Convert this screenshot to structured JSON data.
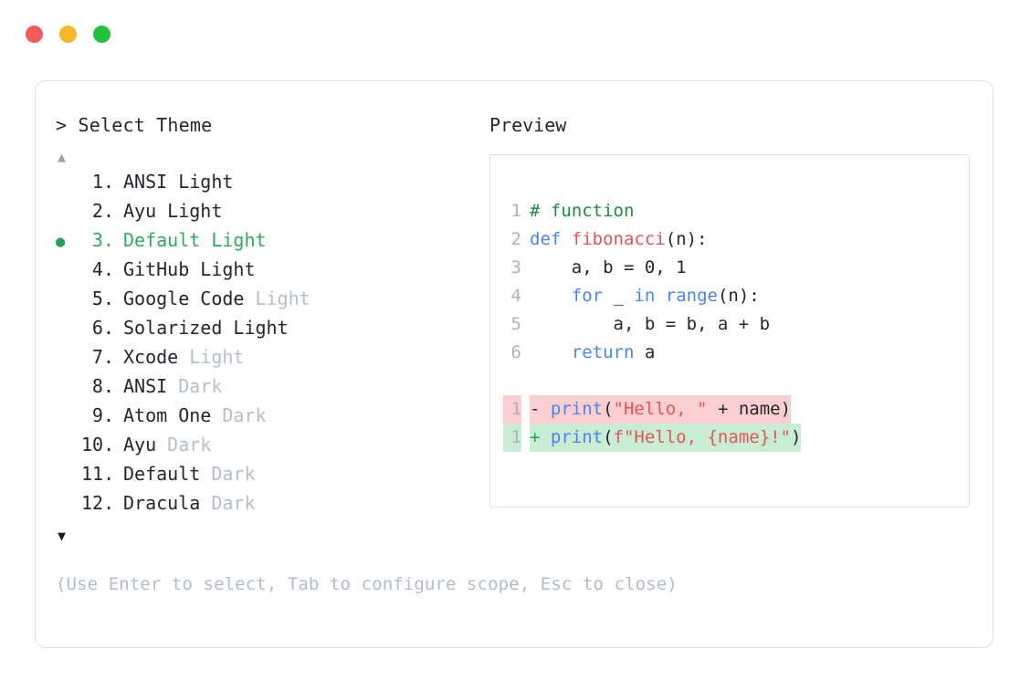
{
  "window": {
    "traffic_lights": [
      {
        "name": "close-button",
        "color": "#F4595B"
      },
      {
        "name": "minimize-button",
        "color": "#F5B928"
      },
      {
        "name": "maximize-button",
        "color": "#23C13B"
      }
    ]
  },
  "selector": {
    "prompt_caret": ">",
    "title": "Select Theme",
    "scroll_up_glyph": "▲",
    "scroll_down_glyph": "▼",
    "selected_index": 3,
    "selected_bullet": "●",
    "items": [
      {
        "index": "1.",
        "name": "ANSI Light",
        "variant": "",
        "selected": false
      },
      {
        "index": "2.",
        "name": "Ayu Light",
        "variant": "",
        "selected": false
      },
      {
        "index": "3.",
        "name": "Default Light",
        "variant": "",
        "selected": true
      },
      {
        "index": "4.",
        "name": "GitHub Light",
        "variant": "",
        "selected": false
      },
      {
        "index": "5.",
        "name": "Google Code",
        "variant": "Light",
        "selected": false
      },
      {
        "index": "6.",
        "name": "Solarized Light",
        "variant": "",
        "selected": false
      },
      {
        "index": "7.",
        "name": "Xcode",
        "variant": "Light",
        "selected": false
      },
      {
        "index": "8.",
        "name": "ANSI",
        "variant": "Dark",
        "selected": false
      },
      {
        "index": "9.",
        "name": "Atom One",
        "variant": "Dark",
        "selected": false
      },
      {
        "index": "10.",
        "name": "Ayu",
        "variant": "Dark",
        "selected": false
      },
      {
        "index": "11.",
        "name": "Default",
        "variant": "Dark",
        "selected": false
      },
      {
        "index": "12.",
        "name": "Dracula",
        "variant": "Dark",
        "selected": false
      }
    ]
  },
  "footer": {
    "hint": "(Use Enter to select, Tab to configure scope, Esc to close)"
  },
  "preview": {
    "label": "Preview",
    "code_lines": [
      {
        "num": "1",
        "tokens": [
          {
            "t": "# function",
            "c": "tok-comment"
          }
        ]
      },
      {
        "num": "2",
        "tokens": [
          {
            "t": "def ",
            "c": "tok-kw"
          },
          {
            "t": "fibonacci",
            "c": "tok-fn"
          },
          {
            "t": "(n):",
            "c": "tok-plain"
          }
        ]
      },
      {
        "num": "3",
        "tokens": [
          {
            "t": "    a, b = 0, 1",
            "c": "tok-plain"
          }
        ]
      },
      {
        "num": "4",
        "tokens": [
          {
            "t": "    ",
            "c": "tok-plain"
          },
          {
            "t": "for",
            "c": "tok-kw"
          },
          {
            "t": " _ ",
            "c": "tok-plain"
          },
          {
            "t": "in",
            "c": "tok-kw"
          },
          {
            "t": " ",
            "c": "tok-plain"
          },
          {
            "t": "range",
            "c": "tok-builtin"
          },
          {
            "t": "(n):",
            "c": "tok-plain"
          }
        ]
      },
      {
        "num": "5",
        "tokens": [
          {
            "t": "        a, b = b, a + b",
            "c": "tok-plain"
          }
        ]
      },
      {
        "num": "6",
        "tokens": [
          {
            "t": "    ",
            "c": "tok-plain"
          },
          {
            "t": "return",
            "c": "tok-kw"
          },
          {
            "t": " a",
            "c": "tok-plain"
          }
        ]
      }
    ],
    "diff": [
      {
        "kind": "deleted",
        "num": "1",
        "sign": "-",
        "tokens": [
          {
            "t": "print",
            "c": "tok-builtin"
          },
          {
            "t": "(",
            "c": "tok-plain"
          },
          {
            "t": "\"Hello, \"",
            "c": "tok-str"
          },
          {
            "t": " + name)",
            "c": "tok-plain"
          }
        ]
      },
      {
        "kind": "added",
        "num": "1",
        "sign": "+",
        "tokens": [
          {
            "t": "print",
            "c": "tok-builtin"
          },
          {
            "t": "(",
            "c": "tok-plain"
          },
          {
            "t": "f\"Hello, {name}!\"",
            "c": "tok-str"
          },
          {
            "t": ")",
            "c": "tok-plain"
          }
        ]
      }
    ]
  }
}
